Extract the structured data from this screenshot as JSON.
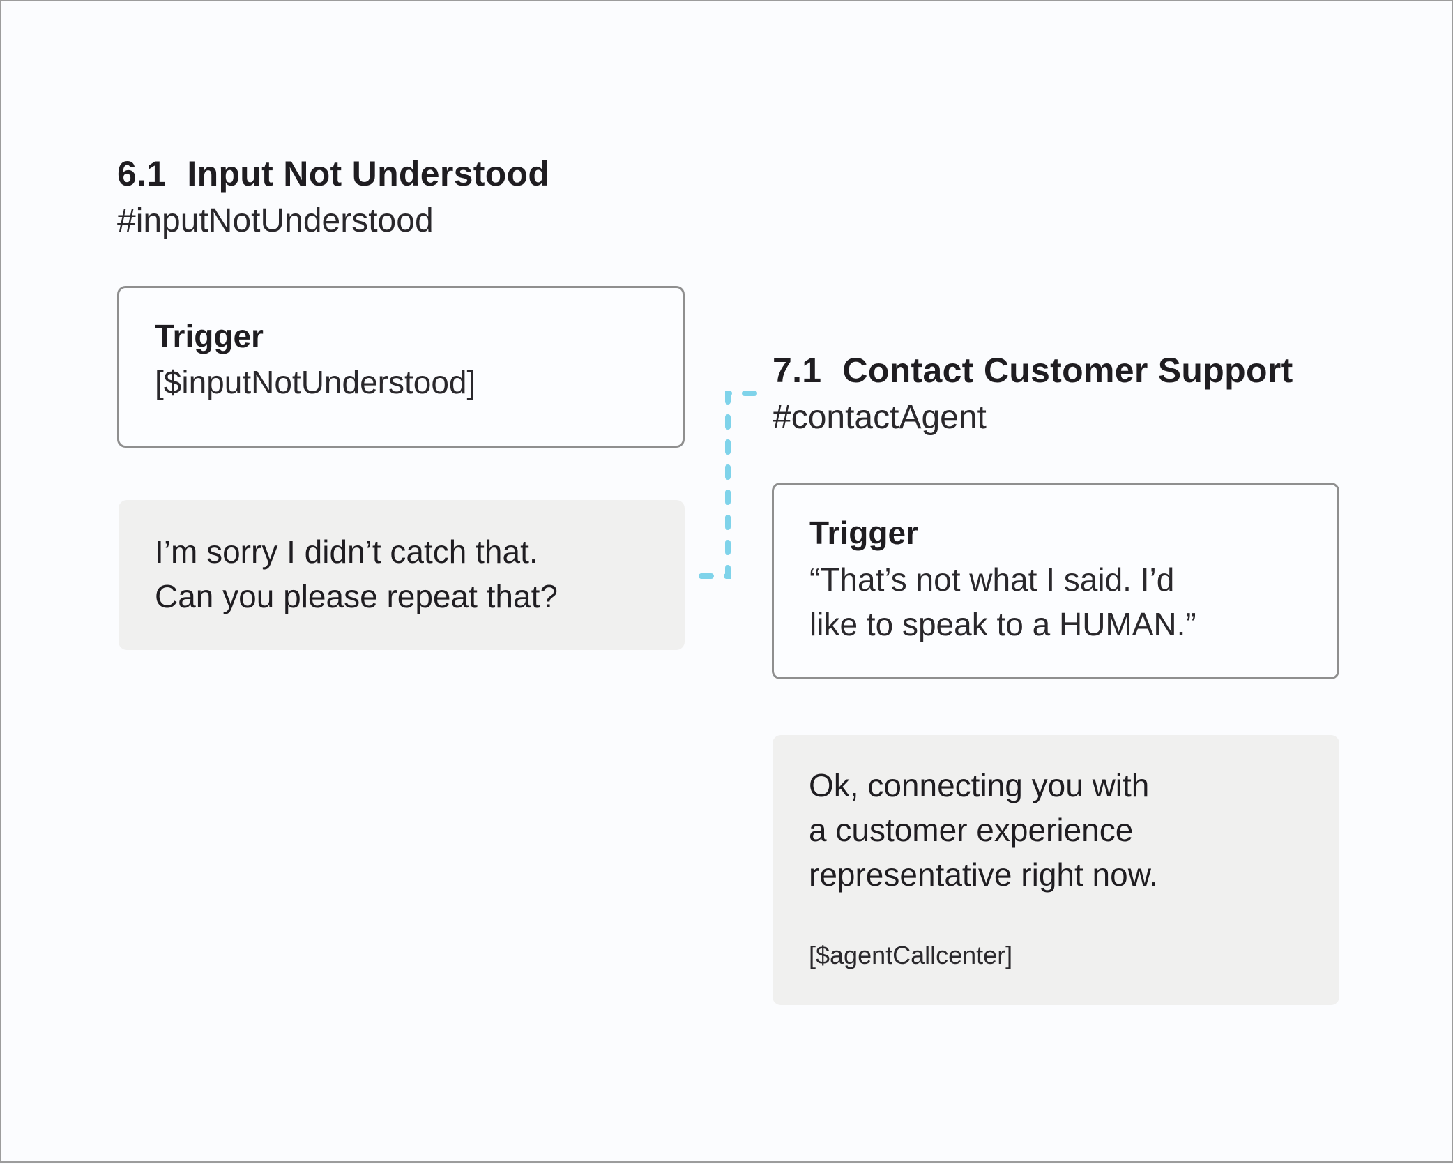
{
  "sections": [
    {
      "number": "6.1",
      "title": "Input Not Understood",
      "tag": "#inputNotUnderstood",
      "trigger_label": "Trigger",
      "trigger_text": "[$inputNotUnderstood]",
      "response_text": "I’m sorry I didn’t catch that.\nCan you please repeat that?"
    },
    {
      "number": "7.1",
      "title": "Contact Customer Support",
      "tag": "#contactAgent",
      "trigger_label": "Trigger",
      "trigger_text": "“That’s not what I said. I’d\nlike to speak to a HUMAN.”",
      "response_text": "Ok, connecting you with\na customer experience\nrepresentative right now.",
      "action_text": "[$agentCallcenter]"
    }
  ],
  "connector_color": "#7fd3ea"
}
